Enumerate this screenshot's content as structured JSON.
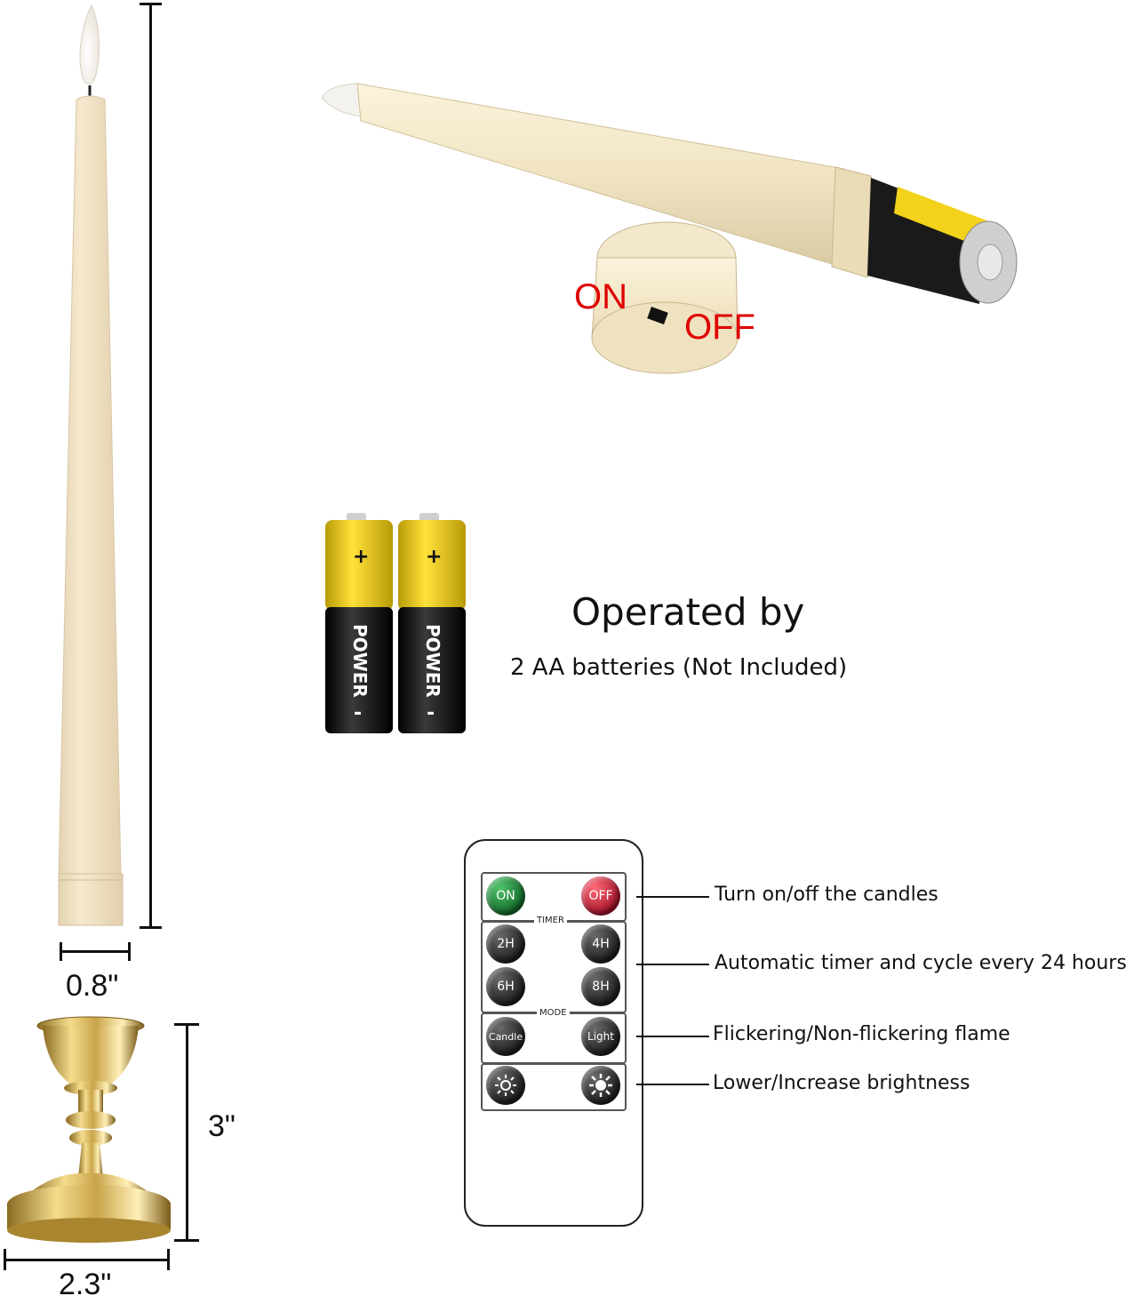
{
  "dimensions": {
    "candle_width": "0.8\"",
    "holder_height": "3\"",
    "holder_width": "2.3\""
  },
  "switch": {
    "on_label": "ON",
    "off_label": "OFF",
    "on_color": "#e00000"
  },
  "battery_text": {
    "title": "Operated by",
    "subtitle": "2 AA batteries (Not Included)"
  },
  "battery_print": {
    "brand": "POWER",
    "plus": "+",
    "minus": "-"
  },
  "remote": {
    "on_button": "ON",
    "off_button": "OFF",
    "timer_title": "TIMER",
    "timer_2h": "2H",
    "timer_4h": "4H",
    "timer_6h": "6H",
    "timer_8h": "8H",
    "mode_title": "MODE",
    "candle_button": "Candle",
    "light_button": "Light"
  },
  "annotations": {
    "on_off": "Turn on/off the candles",
    "timer": "Automatic timer and cycle every 24 hours",
    "mode": "Flickering/Non-flickering flame",
    "brightness": "Lower/Increase brightness"
  },
  "colors": {
    "candle_ivory": "#f1e2c4",
    "battery_yellow": "#f2d21a",
    "battery_black": "#1a1a1a",
    "holder_gold": "#c9a44a"
  }
}
